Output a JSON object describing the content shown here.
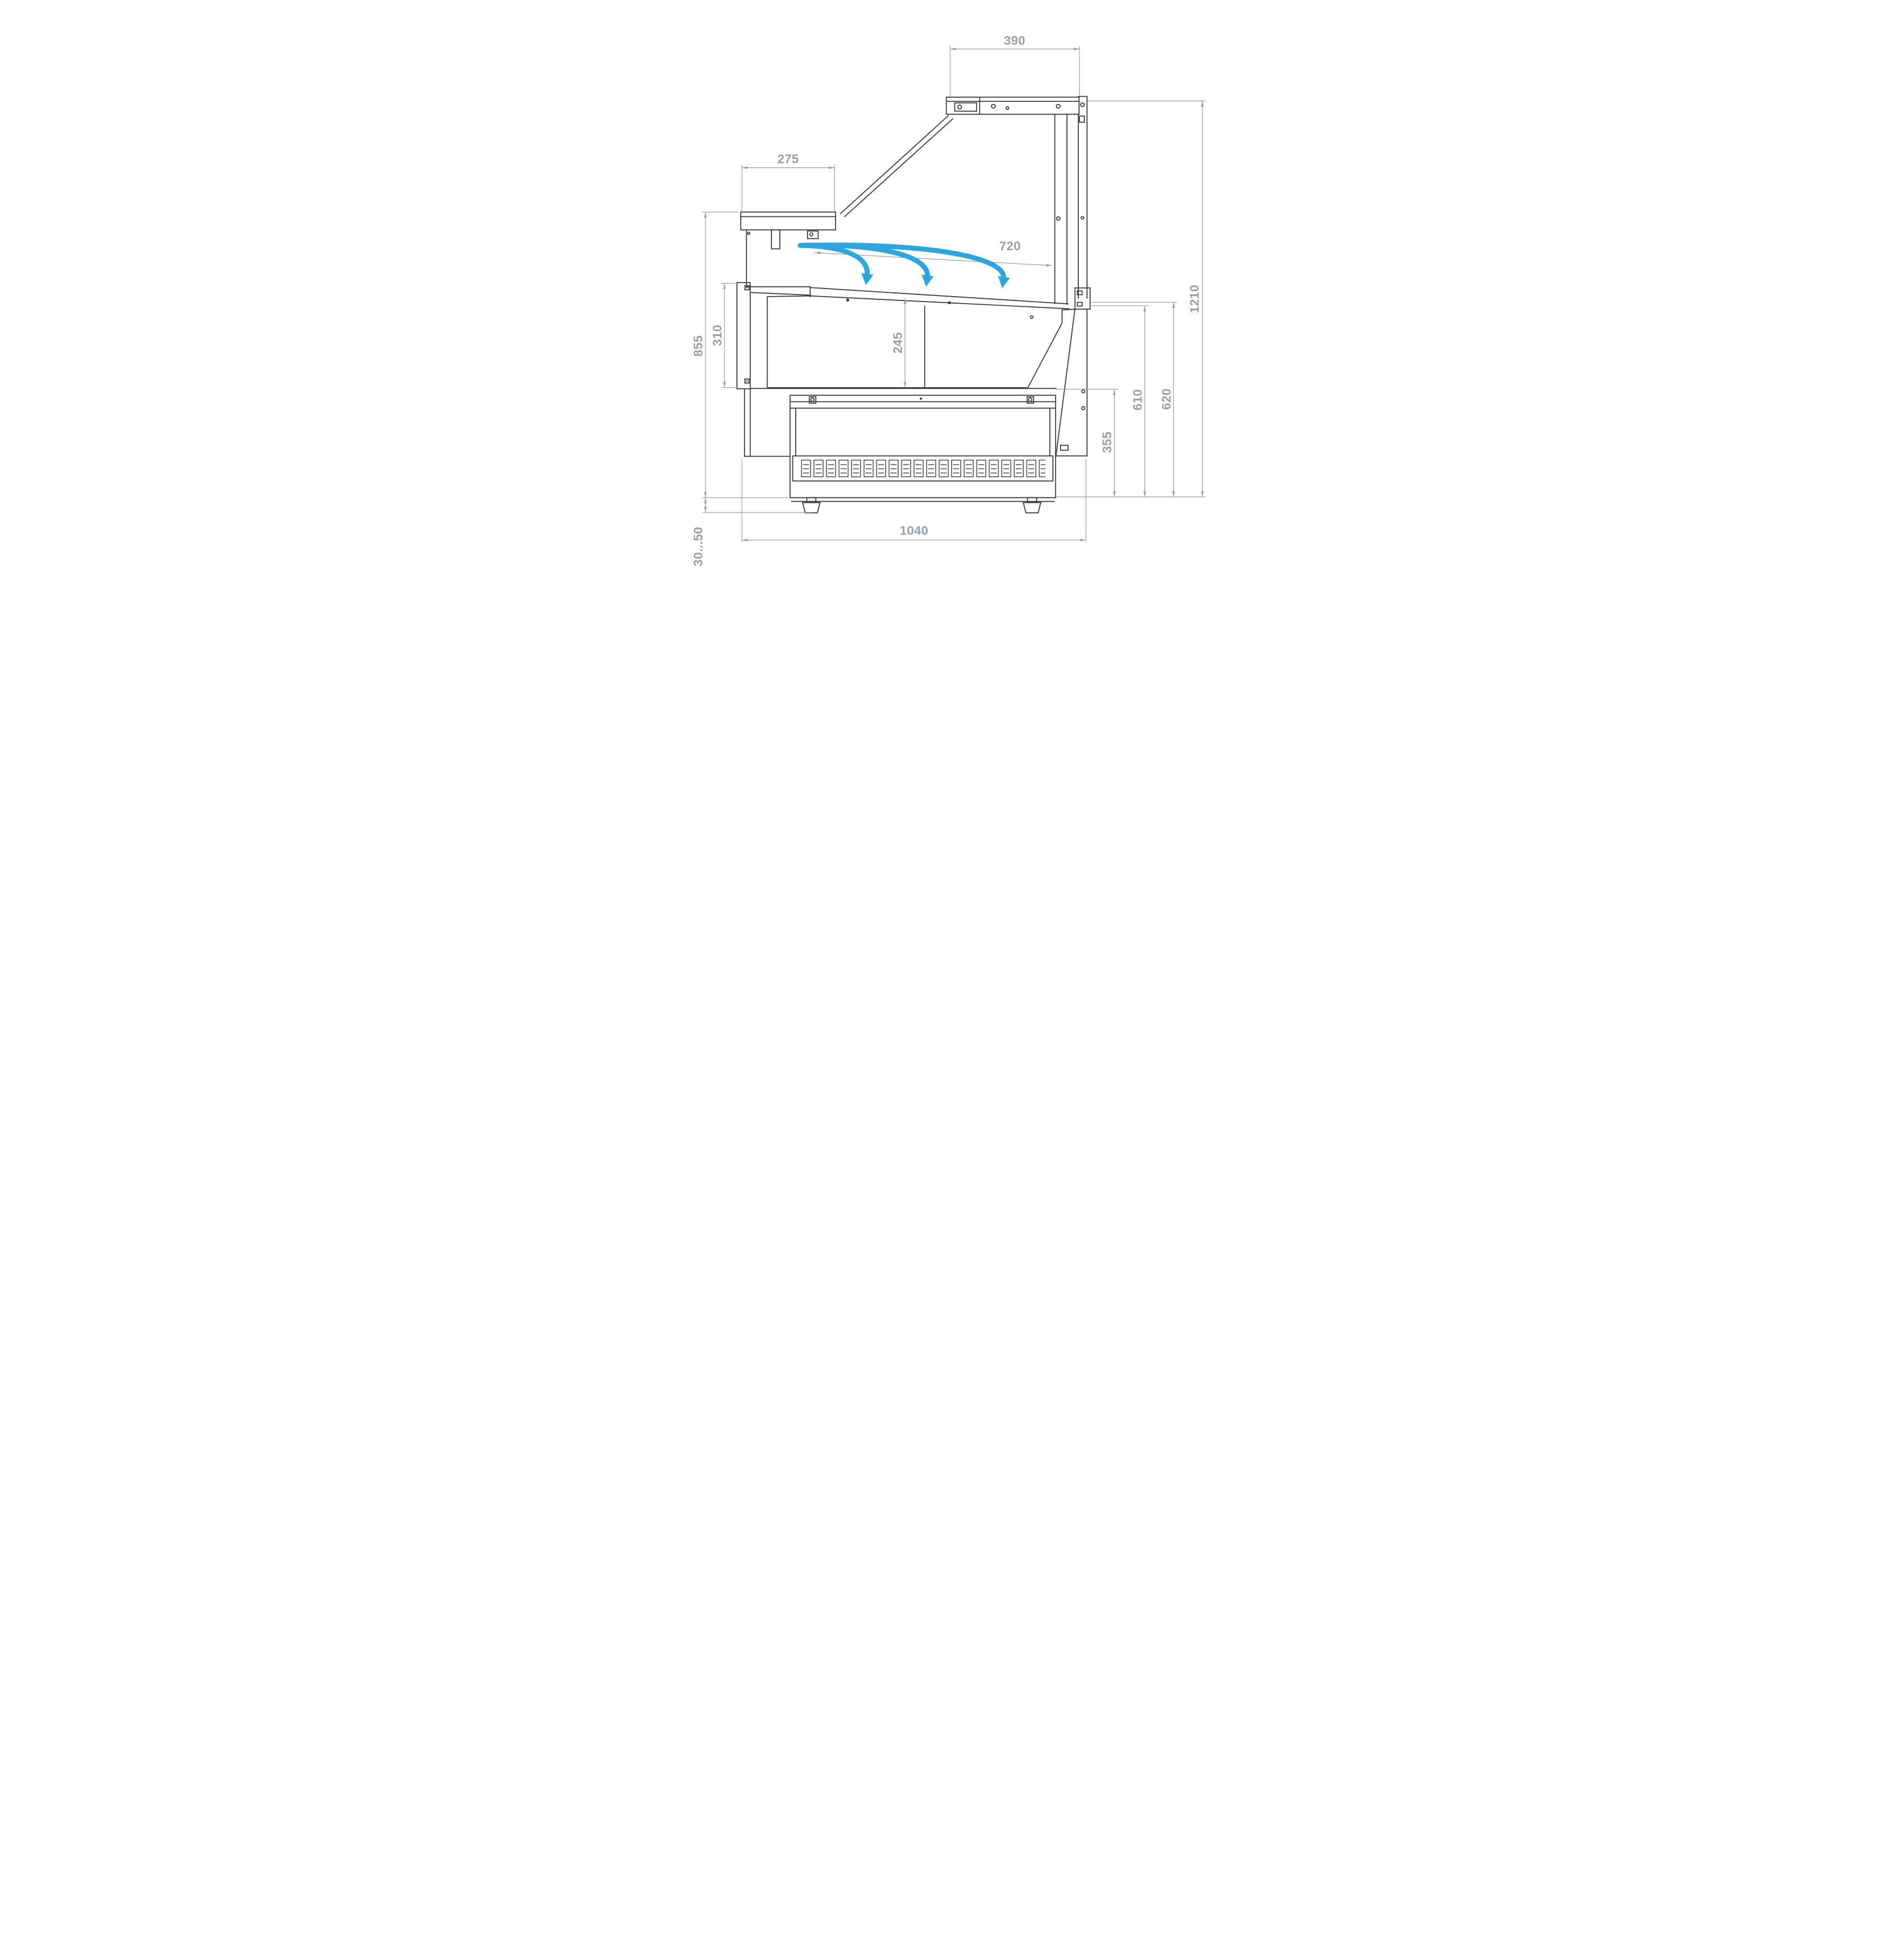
{
  "diagram": {
    "type": "technical-drawing",
    "subject": "Refrigerated serve-over display counter - side cross-section with airflow arrows",
    "colors": {
      "outline": "#3a3a40",
      "dimension": "#9aa0a6",
      "airflow": "#2aa7de",
      "background": "#ffffff"
    },
    "labels": {
      "top_canopy_width": "390",
      "rear_counter_depth": "275",
      "display_deck_depth": "720",
      "overall_height": "1210",
      "counter_height": "855",
      "front_panel_height": "310",
      "underdeck_depth": "245",
      "rear_opening_height": "610",
      "rear_rail_height": "620",
      "lower_rear_height": "355",
      "base_depth": "1040",
      "foot_adjust_range": "30...50"
    }
  }
}
